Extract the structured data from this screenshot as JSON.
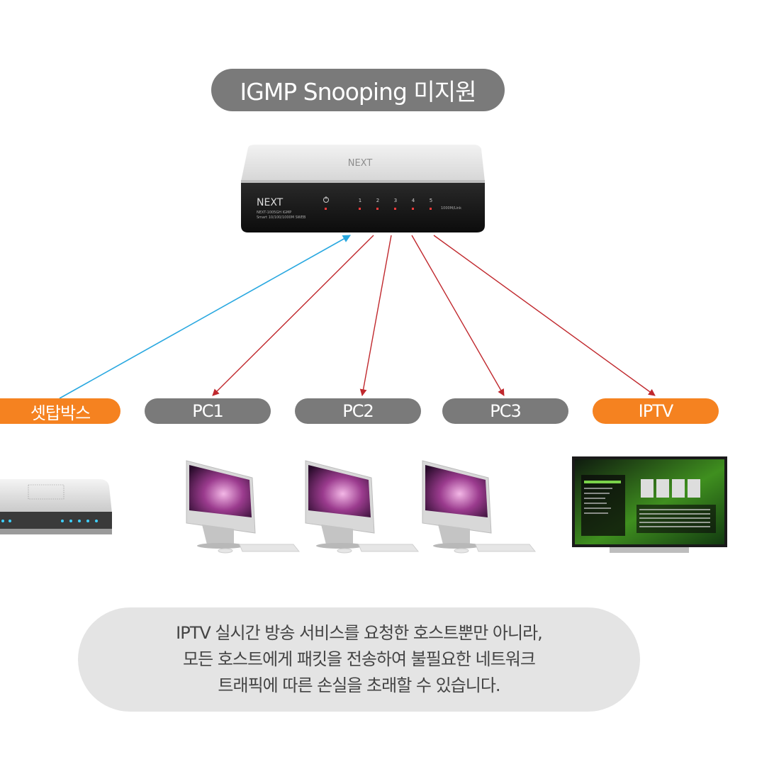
{
  "title": "IGMP Snooping 미지원",
  "switch": {
    "brand": "NEXT",
    "model_line1": "NEXT-1005GH IGMP",
    "model_line2": "Smart 10/100/1000M SWEB",
    "ports": [
      "1",
      "2",
      "3",
      "4",
      "5"
    ],
    "link_label": "1000M/Link"
  },
  "labels": {
    "settop": "셋탑박스",
    "pc1": "PC1",
    "pc2": "PC2",
    "pc3": "PC3",
    "iptv": "IPTV"
  },
  "note": {
    "line1": "IPTV 실시간 방송 서비스를 요청한 호스트뿐만 아니라,",
    "line2": "모든 호스트에게 패킷을 전송하여 불필요한 네트워크",
    "line3": "트래픽에 따른 손실을 초래할 수 있습니다."
  },
  "colors": {
    "orange": "#f58220",
    "gray_pill": "#7a7a7a",
    "request_arrow": "#29a8e0",
    "broadcast_arrow": "#c0282d"
  }
}
